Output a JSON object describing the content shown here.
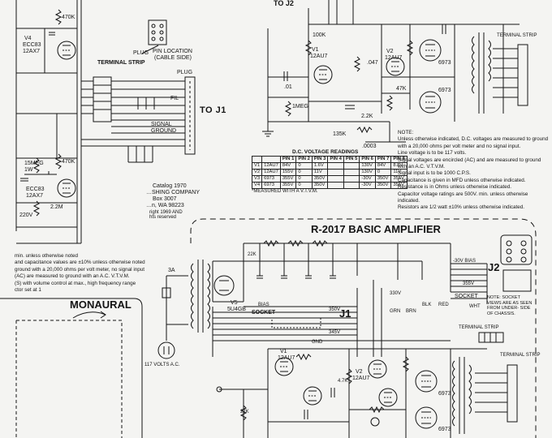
{
  "labels": {
    "top_ref": "TO J2",
    "to_j1": "TO J1",
    "terminal_strip_left": "TERMINAL STRIP",
    "terminal_strip_right": "TERMINAL STRIP",
    "terminal_strip_bottom": "TERMINAL STRIP",
    "terminal_strip_bottom2": "TERMINAL STRIP",
    "pin_location": "PIN LOCATION",
    "cable_side": "(CABLE SIDE)",
    "plug_a": "PLUG",
    "plug_b": "PLUG",
    "v4_left": "V4",
    "v4_left_tube": "ECC83",
    "v4_left_alt": "12AX7",
    "v3_left_tube": "ECC83",
    "v3_left_alt": "12AX7",
    "r_470k_a": "470K",
    "r_470k_b": "470K",
    "r_15meg": "15MEG",
    "r_1w": "1W",
    "r_22m": "2.2M",
    "r_220v": "220V",
    "amp_title": "R-2017 BASIC AMPLIFIER",
    "monaural": "MONAURAL",
    "socket_a": "SOCKET",
    "socket_b": "SOCKET",
    "j1": "J1",
    "j2": "J2",
    "v5_label": "V5",
    "v5_tube": "5U4GB",
    "v1_label": "V1",
    "v1_tube": "12AU7",
    "v2_label": "V2",
    "v2_tube": "12AU7",
    "v3_tube": "6973",
    "v4_tube": "6973",
    "fuse_label": "3A",
    "ac_label": "117 VOLTS A.C.",
    "bias_label": "BIAS",
    "gnd_label": "GND",
    "r_22k": "22K",
    "r_47k": "47K",
    "r_1meg": "1MEG",
    "r_100k": "100K",
    "c_047": ".047",
    "c_0003": ".0003",
    "c_01": ".01",
    "r_2_2k": "2.2K",
    "r_4_7k": "4.7K",
    "r_27k": "27K",
    "r_135k": "135K",
    "fil_label": "FIL",
    "socket_views": "NOTE: SOCKET VIEWS ARE AS SEEN FROM UNDER- SIDE OF CHASSIS.",
    "wire_red": "RED",
    "wire_blk": "BLK",
    "wire_wht": "WHT",
    "wire_brn": "BRN",
    "wire_grn": "GRN",
    "signal": "SIGNAL",
    "ground": "GROUND",
    "v_30": "-30V BIAS",
    "v_355": "355V",
    "v_350": "350V",
    "v_330": "330V",
    "v_345": "345V"
  },
  "company": {
    "line1": "Catalog 1970",
    "line2": "…SHING COMPANY",
    "line3": "Box 3007",
    "line4": "…n, WA 98223",
    "line5": "right 1969 AND",
    "line6": "hts reserved"
  },
  "voltage_table": {
    "title": "D.C. VOLTAGE READINGS",
    "columns": [
      "",
      "PIN 1",
      "PIN 2",
      "PIN 3",
      "PIN 4",
      "PIN 5",
      "PIN 6",
      "PIN 7",
      "PIN 8"
    ],
    "rows": [
      [
        "V1",
        "12AU7",
        "84V",
        "0",
        "1.6V",
        "",
        "",
        "130V",
        "84V",
        "8.8V"
      ],
      [
        "V2",
        "12AU7",
        "155V",
        "0",
        "11V",
        "",
        "",
        "130V",
        "0",
        "11V"
      ],
      [
        "V3",
        "6973",
        "355V",
        "0",
        "350V",
        "",
        "",
        "-30V",
        "350V",
        "355V"
      ],
      [
        "V4",
        "6973",
        "355V",
        "0",
        "350V",
        "",
        "",
        "-30V",
        "350V",
        "355V"
      ]
    ],
    "footnote": "*MEASURED WITH A V.T.V.M."
  },
  "notes_right": [
    "NOTE:",
    "Unless otherwise indicated, D.C. voltages are measured to ground",
    "with a 20,000 ohms per volt meter and no signal input.",
    "Line voltage is to be 117 volts.",
    "Signal voltages are encircled (AC) and are measured to ground",
    "with an A.C. V.T.V.M.",
    "Signal input is to be 1000 C.P.S.",
    "Capacitance is given in MFD unless otherwise indicated.",
    "Resistance is in Ohms unless otherwise indicated.",
    "Capacitor voltage ratings are 500V. min. unless otherwise",
    "indicated.",
    "Resistors are 1/2 watt ±10% unless otherwise indicated."
  ],
  "notes_left": [
    "min. unless otherwise noted",
    "and capacitance values are ±10% unless otherwise noted",
    "ground with a 20,000 ohms per volt meter, no signal input",
    "(AC) are measured to ground with an A.C. V.T.V.M.",
    "(S) with volume control at max., high frequency range",
    "ctor set at 1"
  ]
}
